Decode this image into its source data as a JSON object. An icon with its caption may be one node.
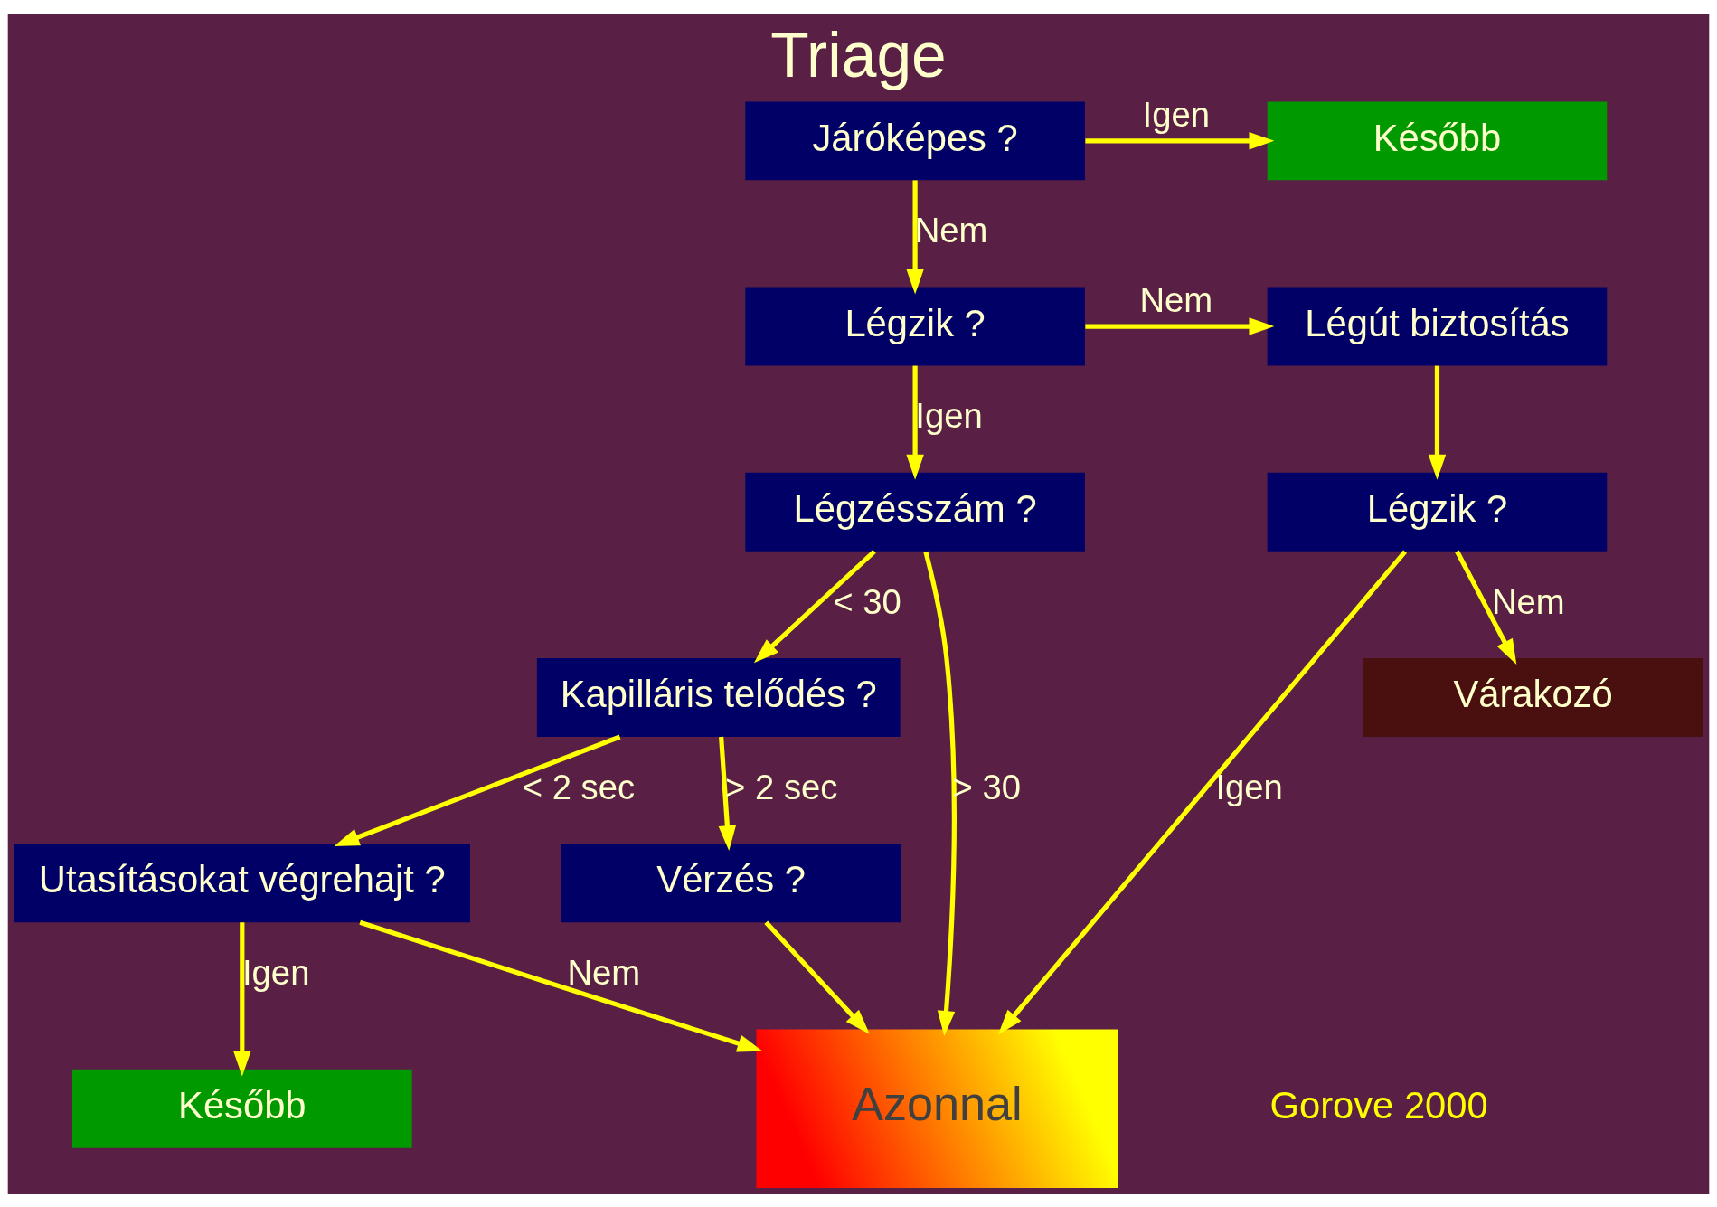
{
  "diagram": {
    "title": "Triage",
    "nodes": [
      {
        "text": [
          "Járóképes ?"
        ]
      },
      {
        "text": [
          "Később"
        ]
      },
      {
        "text": [
          "Légzik ?"
        ]
      },
      {
        "text": [
          "Légút biztosítás"
        ]
      },
      {
        "text": [
          "Várakozó"
        ]
      },
      {
        "text": [
          "Légzik ?"
        ]
      },
      {
        "text": [
          "Légzésszám ?"
        ]
      },
      {
        "text": [
          "Kapilláris telődés ?"
        ]
      },
      {
        "text": [
          "Azonnal"
        ]
      },
      {
        "text": [
          "Vérzés ?"
        ]
      },
      {
        "text": [
          "Utasításokat végrehajt ?"
        ]
      },
      {
        "text": [
          "Később"
        ]
      }
    ],
    "edges": [
      {
        "from": 0,
        "to": 1,
        "arrow": "to",
        "label": "Igen"
      },
      {
        "from": 0,
        "to": 2,
        "arrow": "to",
        "label": "Nem"
      },
      {
        "from": 2,
        "to": 3,
        "arrow": "to",
        "label": "Nem"
      },
      {
        "from": 3,
        "to": 5,
        "arrow": "to"
      },
      {
        "from": 5,
        "to": 4,
        "arrow": "to",
        "label": "Nem"
      },
      {
        "from": 2,
        "to": 6,
        "arrow": "to",
        "label": "Igen"
      },
      {
        "from": 6,
        "to": 8,
        "arrow": "to",
        "label": "> 30"
      },
      {
        "from": 6,
        "to": 7,
        "arrow": "to",
        "label": "< 30"
      },
      {
        "from": 5,
        "to": 8,
        "arrow": "to",
        "label": "Igen"
      },
      {
        "from": 7,
        "to": 9,
        "arrow": "to",
        "label": "> 2 sec"
      },
      {
        "from": 7,
        "to": 10,
        "arrow": "to",
        "label": "< 2 sec"
      },
      {
        "from": 9,
        "to": 8,
        "arrow": "to"
      },
      {
        "from": 10,
        "to": 8,
        "arrow": "to",
        "label": "Nem"
      },
      {
        "from": 10,
        "to": 11,
        "arrow": "to",
        "label": "Igen"
      }
    ],
    "labels": [
      "Gorove 2000"
    ]
  }
}
